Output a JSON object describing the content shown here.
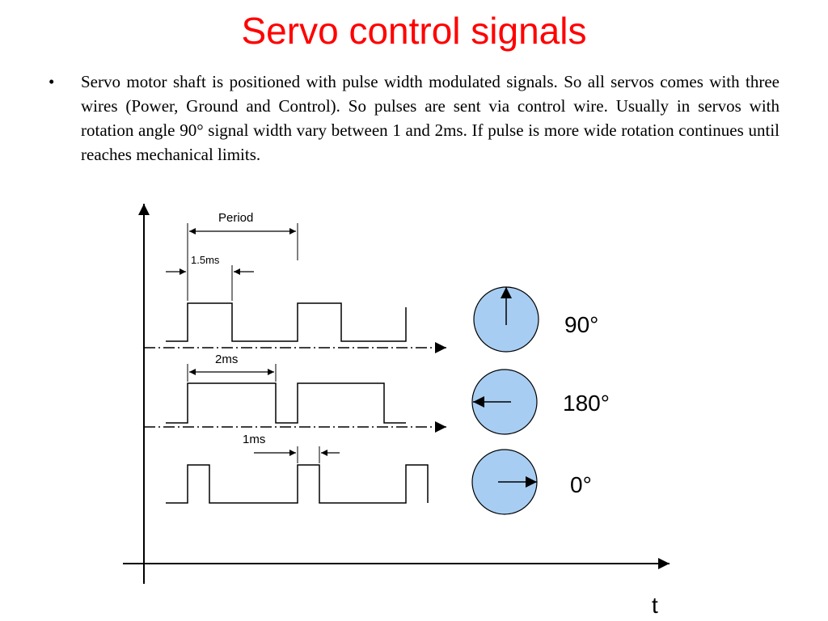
{
  "slide": {
    "title": "Servo control signals",
    "title_color": "#ff0000",
    "bullet_symbol": "•",
    "body_text": "Servo motor shaft is positioned with pulse width modulated signals. So all servos comes with three wires (Power, Ground and Control). So pulses are sent via control wire. Usually in servos with rotation angle 90° signal width vary between 1 and 2ms. If pulse is more wide rotation continues until reaches mechanical limits."
  },
  "diagram": {
    "labels": {
      "period": "Period",
      "pulse_1_5ms": "1.5ms",
      "pulse_2ms": "2ms",
      "pulse_1ms": "1ms",
      "time_axis": "t"
    },
    "positions": [
      {
        "angle_label": "90°",
        "pointer": "up-arrow-icon"
      },
      {
        "angle_label": "180°",
        "pointer": "left-arrow-icon"
      },
      {
        "angle_label": "0°",
        "pointer": "right-arrow-icon"
      }
    ],
    "dial_color": "#a8cdf2",
    "line_color": "#000000"
  }
}
